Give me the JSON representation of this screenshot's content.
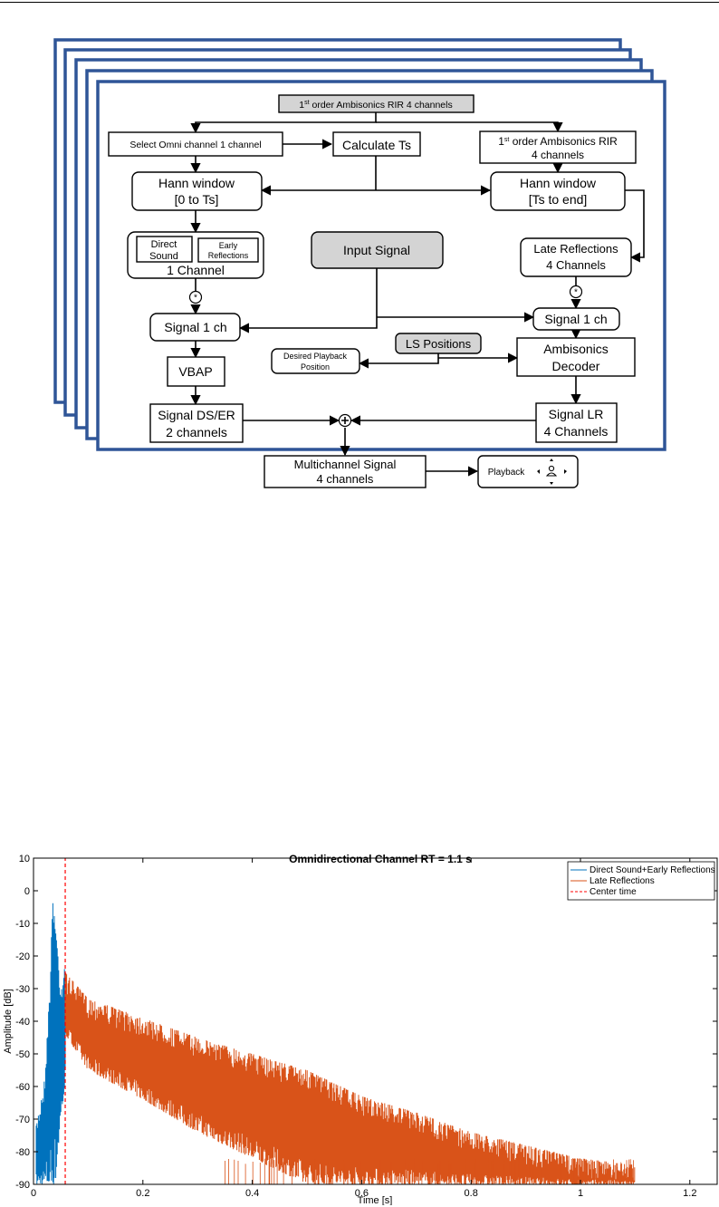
{
  "diagram": {
    "nodes": {
      "rir4": "1st order Ambisonics RIR 4 channels",
      "select_omni": "Select Omni channel 1 channel",
      "calc_ts": "Calculate Ts",
      "rir_right_l1": "1st order Ambisonics RIR",
      "rir_right_l2": "4 channels",
      "hann_left_l1": "Hann window",
      "hann_left_l2": "[0 to Ts]",
      "hann_right_l1": "Hann window",
      "hann_right_l2": "[Ts to end]",
      "direct_l1": "Direct",
      "direct_l2": "Sound",
      "early_l1": "Early",
      "early_l2": "Reflections",
      "one_channel": "1 Channel",
      "input_signal": "Input Signal",
      "late_l1": "Late Reflections",
      "late_l2": "4 Channels",
      "signal_left": "Signal 1 ch",
      "signal_right": "Signal 1 ch",
      "ls_positions": "LS Positions",
      "desired_l1": "Desired Playback",
      "desired_l2": "Position",
      "amb_l1": "Ambisonics",
      "amb_l2": "Decoder",
      "vbap": "VBAP",
      "dser_l1": "Signal DS/ER",
      "dser_l2": "2 channels",
      "lr_l1": "Signal LR",
      "lr_l2": "4 Channels",
      "multi_l1": "Multichannel Signal",
      "multi_l2": "4 channels",
      "playback": "Playback"
    },
    "stack_color": "#2f5597"
  },
  "chart_data": {
    "type": "line",
    "title": "Omnidirectional Channel RT = 1.1 s",
    "xlabel": "Time [s]",
    "ylabel": "Amplitude [dB]",
    "xlim": [
      0,
      1.25
    ],
    "ylim": [
      -90,
      10
    ],
    "x_ticks": [
      0,
      0.2,
      0.4,
      0.6,
      0.8,
      1,
      1.2
    ],
    "x_tick_labels": [
      "0",
      "0.2",
      "0.4",
      "0.6",
      "0.8",
      "1",
      "1.2"
    ],
    "y_ticks": [
      10,
      0,
      -10,
      -20,
      -30,
      -40,
      -50,
      -60,
      -70,
      -80,
      -90
    ],
    "grid": false,
    "legend_position": "top-right",
    "center_time": 0.058,
    "series": [
      {
        "name": "Direct Sound+Early Reflections",
        "color": "#0072bd",
        "style": "solid",
        "envelope": {
          "x": [
            0.005,
            0.02,
            0.03,
            0.035,
            0.04,
            0.05,
            0.058
          ],
          "top": [
            -72,
            -58,
            -30,
            -2,
            -10,
            -30,
            -22
          ],
          "bottom": [
            -90,
            -90,
            -90,
            -90,
            -90,
            -70,
            -60
          ]
        }
      },
      {
        "name": "Late Reflections",
        "color": "#d95319",
        "style": "solid",
        "envelope": {
          "x": [
            0.058,
            0.1,
            0.2,
            0.3,
            0.4,
            0.5,
            0.6,
            0.7,
            0.8,
            0.9,
            1.0,
            1.1
          ],
          "top": [
            -25,
            -33,
            -39,
            -45,
            -50,
            -55,
            -63,
            -68,
            -74,
            -78,
            -82,
            -84
          ],
          "bottom": [
            -44,
            -55,
            -64,
            -74,
            -82,
            -90,
            -90,
            -90,
            -90,
            -90,
            -90,
            -90
          ]
        }
      },
      {
        "name": "Center time",
        "color": "#ff0000",
        "style": "dashed",
        "x": [
          0.058,
          0.058
        ],
        "y": [
          -90,
          10
        ]
      }
    ]
  }
}
